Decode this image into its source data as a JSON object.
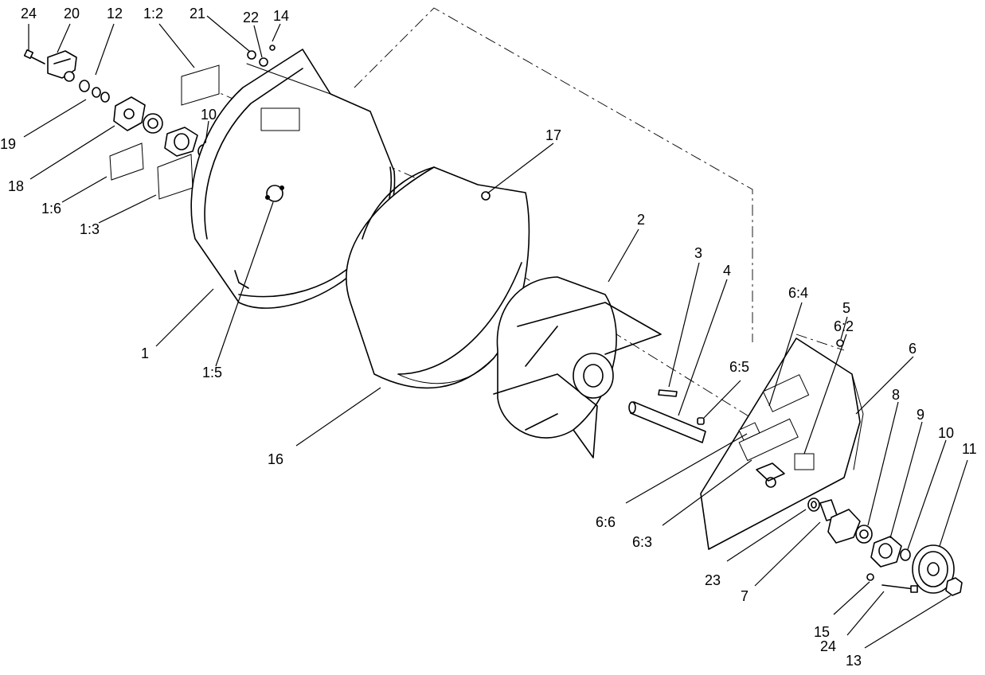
{
  "callouts": [
    {
      "id": "c24a",
      "text": "24"
    },
    {
      "id": "c20",
      "text": "20"
    },
    {
      "id": "c12",
      "text": "12"
    },
    {
      "id": "c1_2",
      "text": "1:2"
    },
    {
      "id": "c21",
      "text": "21"
    },
    {
      "id": "c22",
      "text": "22"
    },
    {
      "id": "c14",
      "text": "14"
    },
    {
      "id": "c10a",
      "text": "10"
    },
    {
      "id": "c19",
      "text": "19"
    },
    {
      "id": "c18",
      "text": "18"
    },
    {
      "id": "c1_6",
      "text": "1:6"
    },
    {
      "id": "c1_3",
      "text": "1:3"
    },
    {
      "id": "c17",
      "text": "17"
    },
    {
      "id": "c2",
      "text": "2"
    },
    {
      "id": "c3",
      "text": "3"
    },
    {
      "id": "c4",
      "text": "4"
    },
    {
      "id": "c6_4",
      "text": "6:4"
    },
    {
      "id": "c5",
      "text": "5"
    },
    {
      "id": "c6_2",
      "text": "6:2"
    },
    {
      "id": "c6",
      "text": "6"
    },
    {
      "id": "c6_5",
      "text": "6:5"
    },
    {
      "id": "c1",
      "text": "1"
    },
    {
      "id": "c1_5",
      "text": "1:5"
    },
    {
      "id": "c16",
      "text": "16"
    },
    {
      "id": "c8",
      "text": "8"
    },
    {
      "id": "c9",
      "text": "9"
    },
    {
      "id": "c10b",
      "text": "10"
    },
    {
      "id": "c11",
      "text": "11"
    },
    {
      "id": "c6_6",
      "text": "6:6"
    },
    {
      "id": "c6_3",
      "text": "6:3"
    },
    {
      "id": "c23",
      "text": "23"
    },
    {
      "id": "c7",
      "text": "7"
    },
    {
      "id": "c15",
      "text": "15"
    },
    {
      "id": "c24b",
      "text": "24"
    },
    {
      "id": "c13",
      "text": "13"
    }
  ]
}
